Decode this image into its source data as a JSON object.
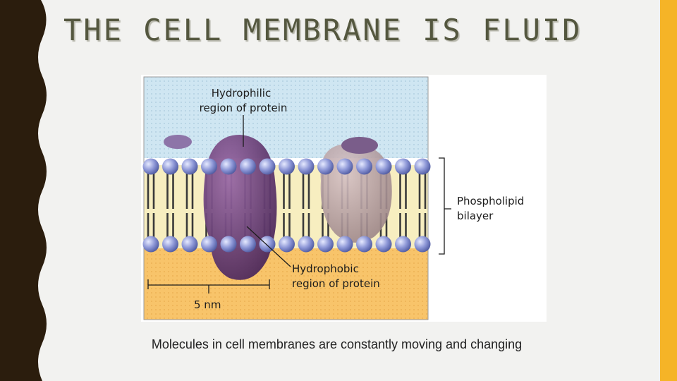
{
  "slide": {
    "title": "THE CELL MEMBRANE IS FLUID",
    "caption": "Molecules in cell membranes are constantly moving and changing"
  },
  "diagram": {
    "labels": {
      "hydrophilic_line1": "Hydrophilic",
      "hydrophilic_line2": "region of protein",
      "bilayer_line1": "Phospholipid",
      "bilayer_line2": "bilayer",
      "hydrophobic_line1": "Hydrophobic",
      "hydrophobic_line2": "region of protein",
      "scale": "5 nm"
    }
  },
  "colors": {
    "left_border": "#2b1d0d",
    "right_accent": "#f5b427",
    "extracellular": "#cfe6f2",
    "cytoplasm": "#f8c46a",
    "head_blue": "#8c96d6",
    "tail_yellow": "#f7eec0",
    "protein_purple": "#6a3f79",
    "protein_grey": "#b8a3a6"
  }
}
